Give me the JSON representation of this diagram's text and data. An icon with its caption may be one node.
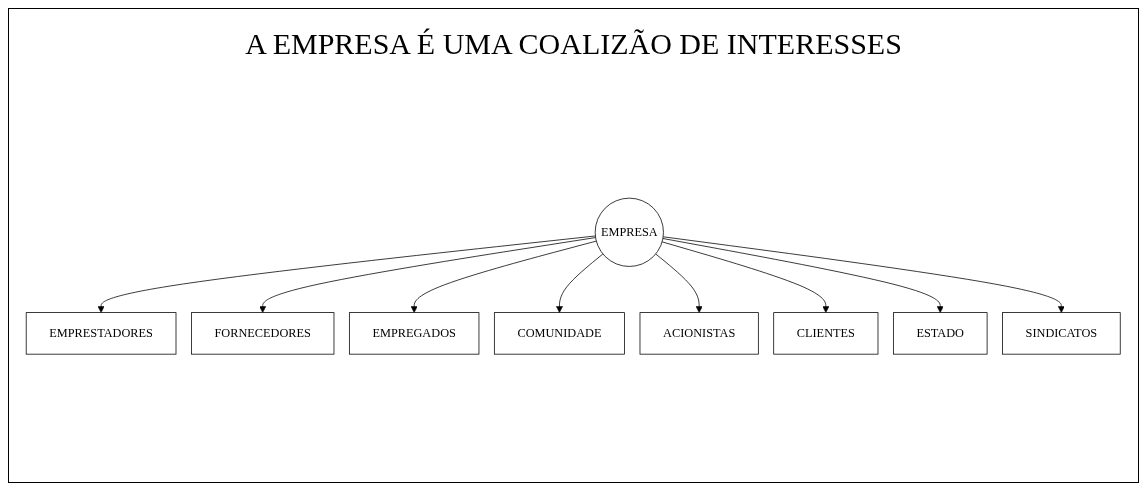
{
  "diagram": {
    "title": "A EMPRESA É UMA COALIZÃO DE INTERESSES",
    "nodes": [
      {
        "text": [
          "EMPRESTADORES"
        ]
      },
      {
        "text": [
          "FORNECEDORES"
        ]
      },
      {
        "text": [
          "EMPREGADOS"
        ]
      },
      {
        "text": [
          "COMUNIDADE"
        ]
      },
      {
        "text": [
          "EMPRESA"
        ]
      },
      {
        "text": [
          "ACIONISTAS"
        ]
      },
      {
        "text": [
          "CLIENTES"
        ]
      },
      {
        "text": [
          "ESTADO"
        ]
      },
      {
        "text": [
          "SINDICATOS"
        ]
      }
    ],
    "edges": [
      {
        "from": 4,
        "to": 0,
        "arrow": "to"
      },
      {
        "from": 4,
        "to": 1,
        "arrow": "to"
      },
      {
        "from": 4,
        "to": 2,
        "arrow": "to"
      },
      {
        "from": 4,
        "to": 3,
        "arrow": "to"
      },
      {
        "from": 4,
        "to": 5,
        "arrow": "to"
      },
      {
        "from": 4,
        "to": 6,
        "arrow": "to"
      },
      {
        "from": 4,
        "to": 7,
        "arrow": "to"
      },
      {
        "from": 4,
        "to": 8,
        "arrow": "to"
      }
    ]
  }
}
